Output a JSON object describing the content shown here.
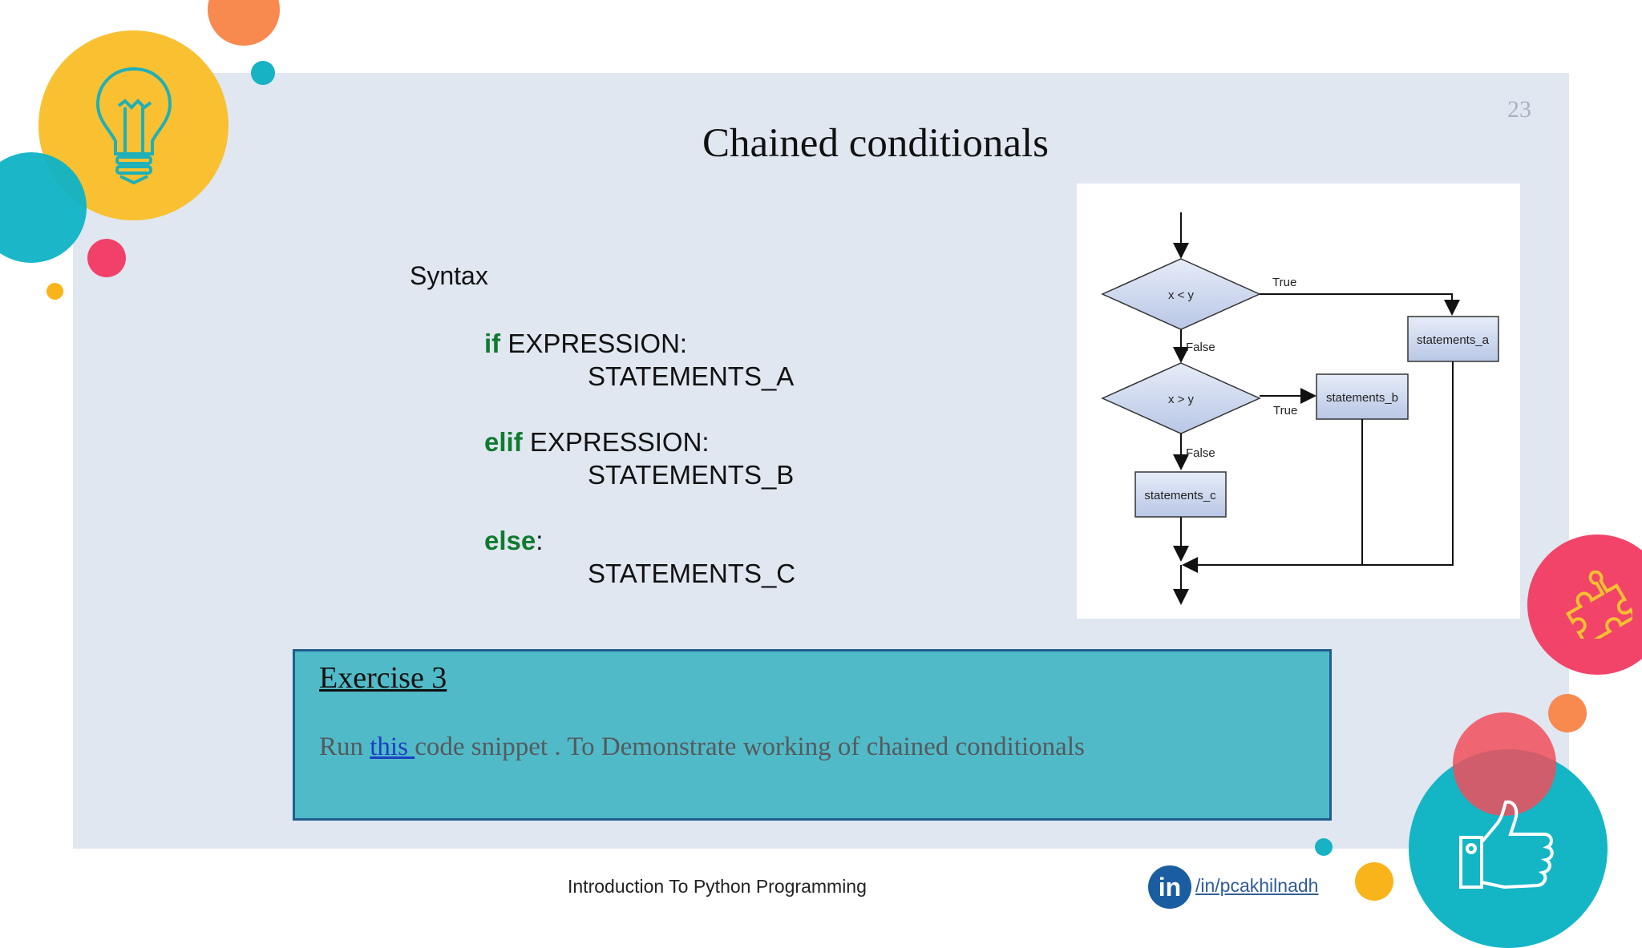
{
  "slide": {
    "title": "Chained conditionals",
    "page_number": "23"
  },
  "syntax": {
    "label": "Syntax",
    "if_keyword": "if",
    "if_expr": " EXPRESSION:",
    "statements_a": "STATEMENTS_A",
    "elif_keyword": "elif",
    "elif_expr": " EXPRESSION:",
    "statements_b": "STATEMENTS_B",
    "else_keyword": "else",
    "else_colon": ":",
    "statements_c": "STATEMENTS_C"
  },
  "flowchart": {
    "cond1": "x < y",
    "cond2": "x > y",
    "true_label_1": "True",
    "true_label_2": "True",
    "false_label_1": "False",
    "false_label_2": "False",
    "box_a": "statements_a",
    "box_b": "statements_b",
    "box_c": "statements_c"
  },
  "exercise": {
    "title": "Exercise 3",
    "prefix": "Run ",
    "link_text": "this ",
    "suffix": "code snippet . To Demonstrate working of chained conditionals"
  },
  "footer": {
    "course_title": "Introduction To Python Programming",
    "linkedin_badge": "in",
    "linkedin_handle": "/in/pcakhilnadh"
  },
  "colors": {
    "panel_bg": "#e0e7f1",
    "keyword_green": "#107a2f",
    "exercise_teal": "#51bac8",
    "exercise_border": "#215d8e",
    "link_blue": "#1a3fc4"
  }
}
